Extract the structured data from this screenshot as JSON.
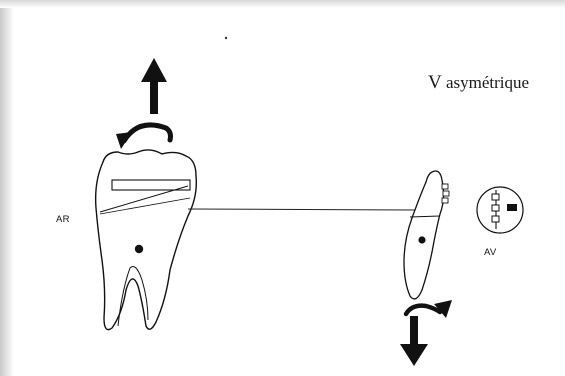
{
  "figure": {
    "title_letter": "V",
    "title_word": "asymétrique",
    "label_rear": "AR",
    "label_front": "AV"
  },
  "colors": {
    "ink": "#111111",
    "paper": "#ffffff"
  },
  "icons": [
    "arrow-up-icon",
    "rotate-arc-arrow-icon",
    "arrow-down-icon",
    "rotate-arc-arrow-icon",
    "bracket-symbol-icon"
  ]
}
